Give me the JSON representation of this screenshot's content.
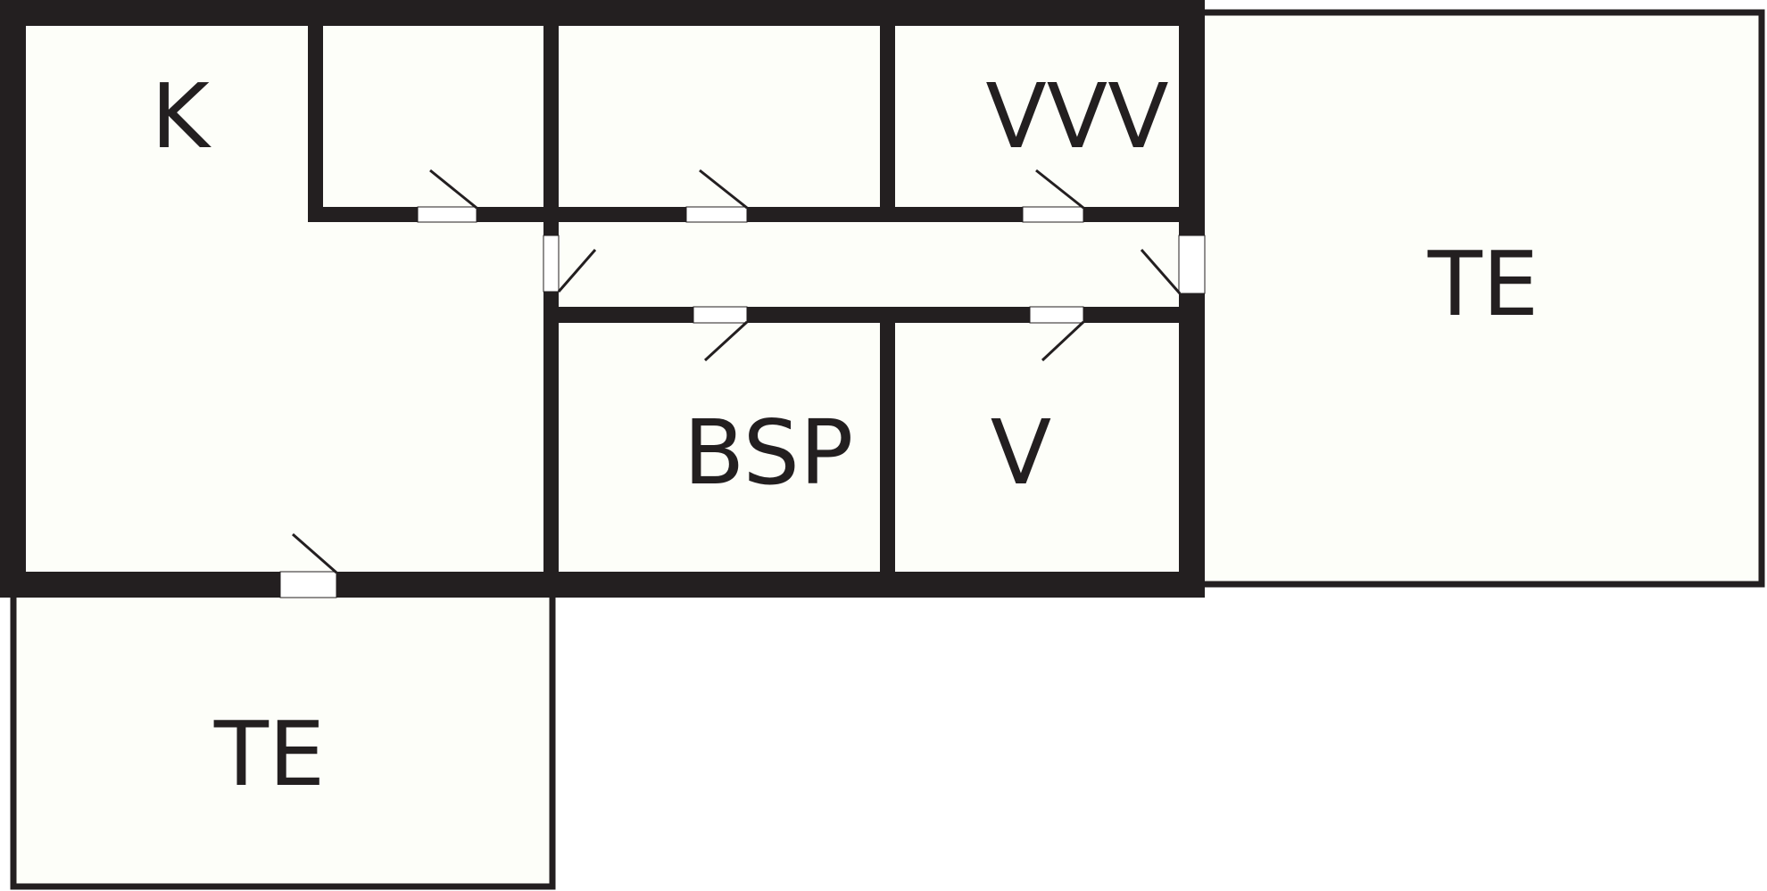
{
  "colors": {
    "wall": "#231f20",
    "floor": "#fdfef9",
    "background": "#ffffff",
    "door_gap": "#ffffff"
  },
  "rooms": {
    "kitchen": {
      "label": "K"
    },
    "bedroom_top_left": {
      "label": ""
    },
    "bedroom_top_middle": {
      "label": ""
    },
    "washroom": {
      "label": "VVV"
    },
    "hallway": {
      "label": ""
    },
    "storage_bsp": {
      "label": "BSP"
    },
    "storage_v": {
      "label": "V"
    },
    "terrace_right": {
      "label": "TE"
    },
    "terrace_bottom": {
      "label": "TE"
    }
  }
}
